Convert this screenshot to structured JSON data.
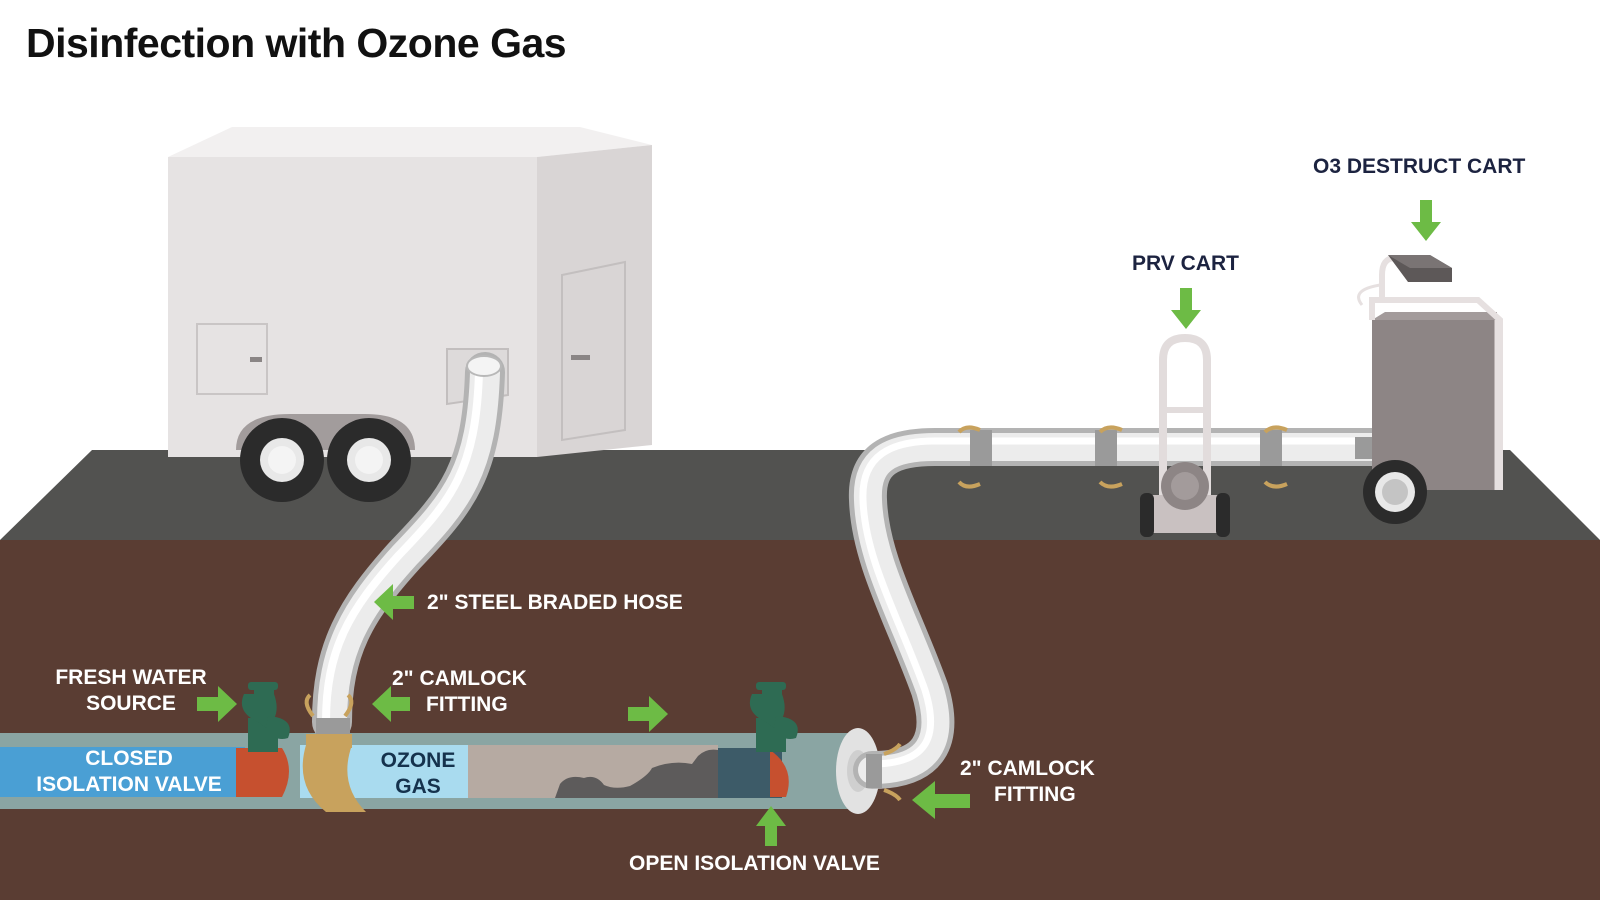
{
  "title": "Disinfection with Ozone Gas",
  "labels": {
    "o3_destruct_cart": "O3 DESTRUCT CART",
    "prv_cart": "PRV CART",
    "steel_hose": "2\" STEEL BRADED HOSE",
    "fresh_water_line1": "FRESH WATER",
    "fresh_water_line2": "SOURCE",
    "camlock_left_line1": "2\" CAMLOCK",
    "camlock_left_line2": "FITTING",
    "closed_valve_line1": "CLOSED",
    "closed_valve_line2": "ISOLATION VALVE",
    "ozone_gas_line1": "OZONE",
    "ozone_gas_line2": "GAS",
    "camlock_right_line1": "2\" CAMLOCK",
    "camlock_right_line2": "FITTING",
    "open_valve": "OPEN ISOLATION VALVE"
  },
  "colors": {
    "ground_surface": "#525250",
    "soil": "#5a3d33",
    "water": "#4a9fd4",
    "ozone": "#a9dbef",
    "pipe_shell": "#8aa5a3",
    "sediment": "#b6aaa2",
    "debris": "#5d5b5b",
    "valve_red": "#c6502f",
    "valve_green": "#2e6b53",
    "coupling": "#c8a25d",
    "arrow": "#6dbb45",
    "trailer": "#e6e3e3",
    "hose": "#e8e8e8",
    "cart": "#8d8585"
  },
  "icons": [
    "arrow-right-icon",
    "arrow-left-icon",
    "arrow-down-icon",
    "arrow-up-icon"
  ]
}
